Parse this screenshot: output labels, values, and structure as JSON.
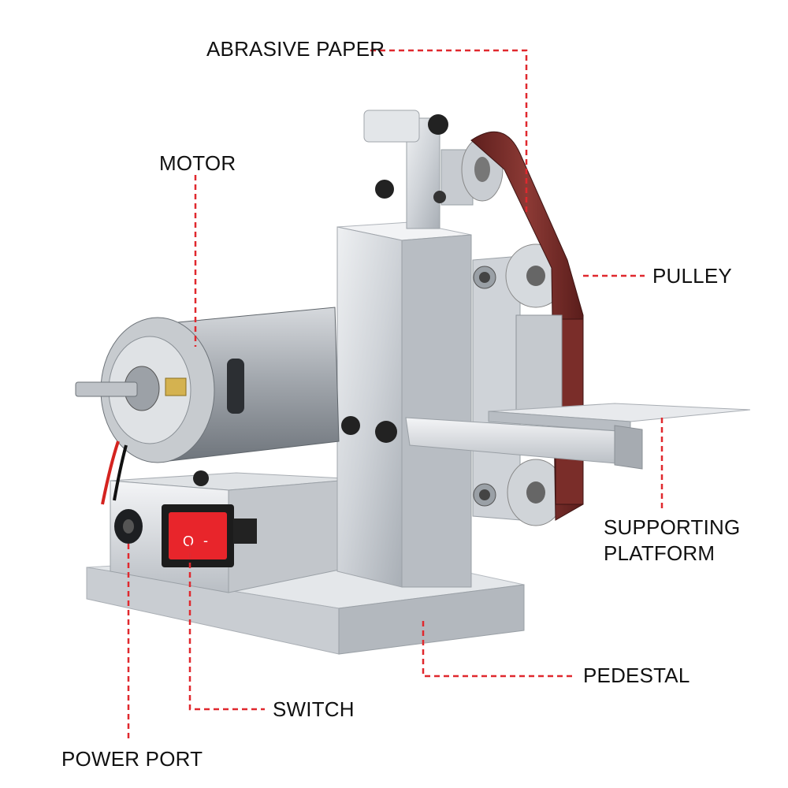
{
  "colors": {
    "leader_line": "#e0282e",
    "label_text": "#111111",
    "aluminum": "#d2d6db",
    "belt": "#7b2d2a",
    "switch": "#e8252b",
    "motor": "#a8adb3"
  },
  "labels": {
    "abrasive_paper": "ABRASIVE PAPER",
    "motor": "MOTOR",
    "pulley": "PULLEY",
    "supporting_platform_line1": "SUPPORTING",
    "supporting_platform_line2": "PLATFORM",
    "pedestal": "PEDESTAL",
    "switch": "SWITCH",
    "power_port": "POWER PORT"
  },
  "switch_marks": {
    "off": "O",
    "on": "-"
  }
}
